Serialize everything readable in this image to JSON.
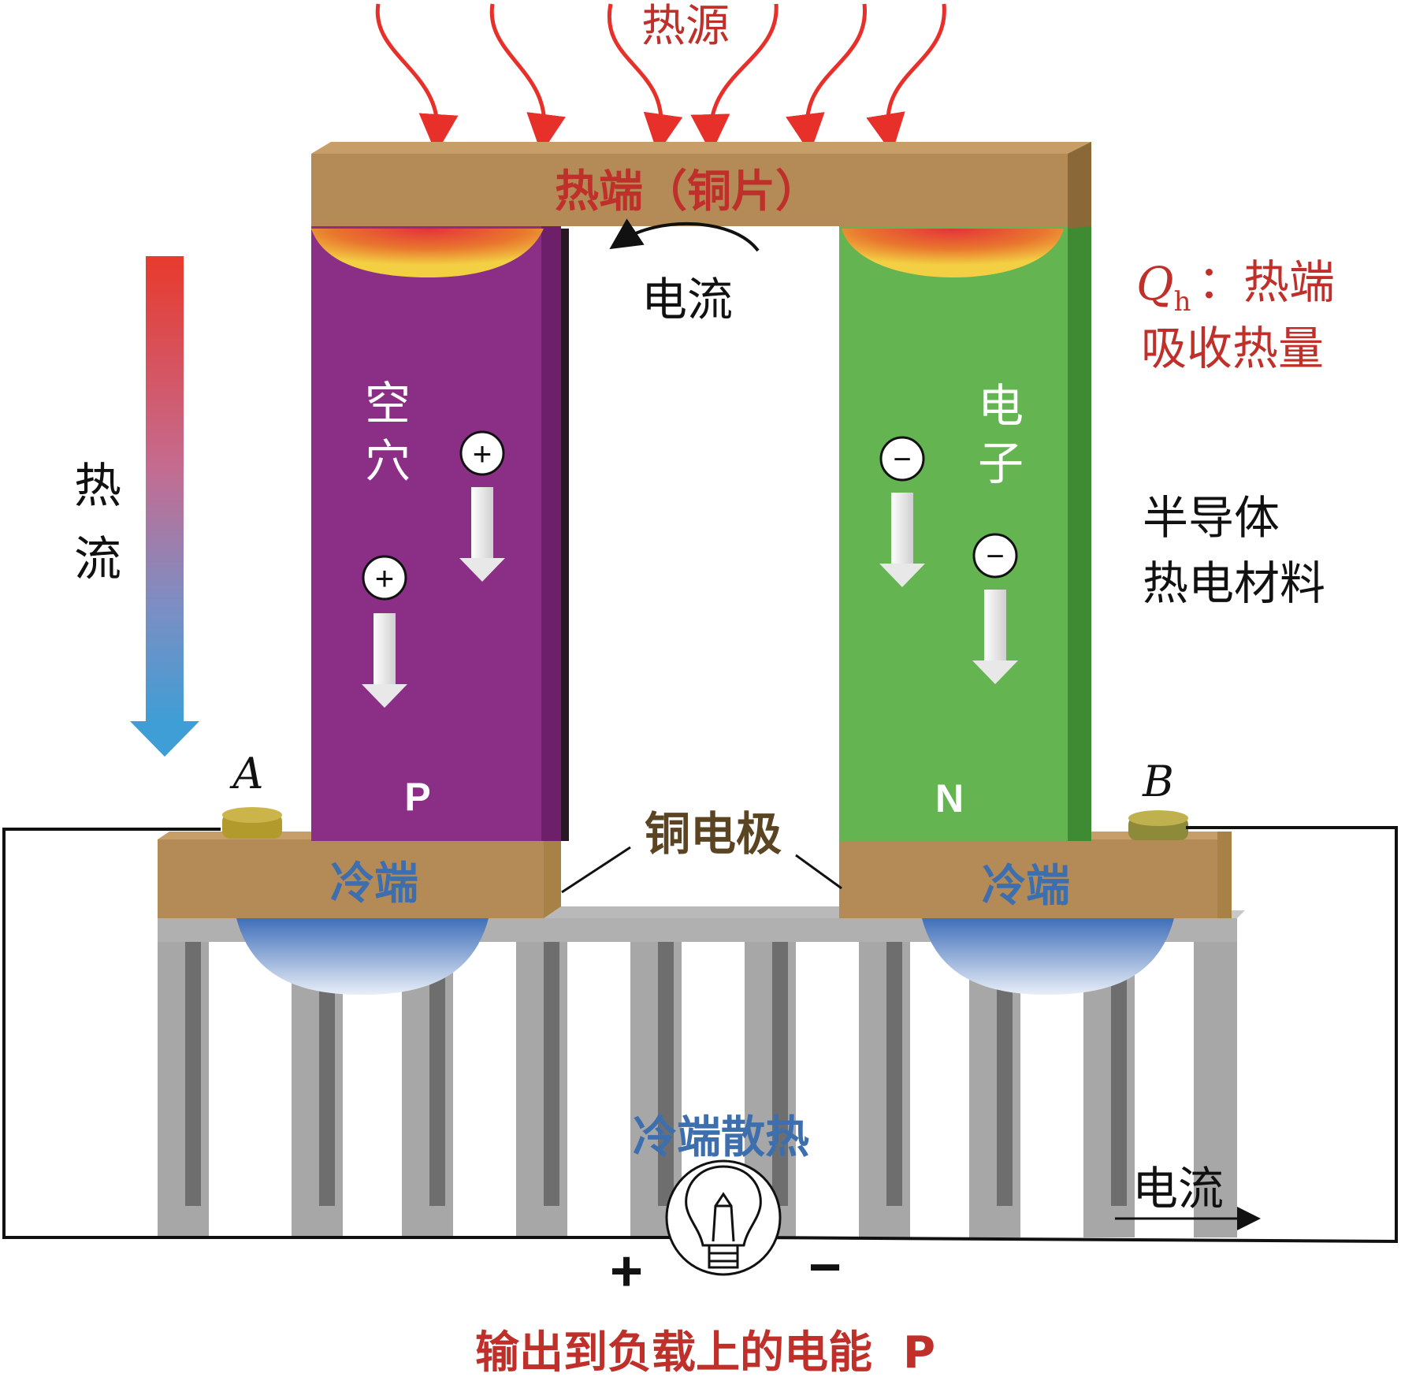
{
  "labels": {
    "heat_source": "热源",
    "hot_end_copper": "热端（铜片）",
    "current_top": "电流",
    "qh_symbol": "Q",
    "qh_subscript": "h",
    "qh_line1_suffix": "：热端",
    "qh_line2": "吸收热量",
    "heat_flow_1": "热",
    "heat_flow_2": "流",
    "holes_1": "空",
    "holes_2": "穴",
    "electrons_1": "电",
    "electrons_2": "子",
    "semiconductor_1": "半导体",
    "semiconductor_2": "热电材料",
    "p_type": "P",
    "n_type": "N",
    "terminal_a": "A",
    "terminal_b": "B",
    "copper_electrode": "铜电极",
    "cold_end_left": "冷端",
    "cold_end_right": "冷端",
    "cold_end_heat_dissipation": "冷端散热",
    "current_bottom": "电流",
    "plus_sign": "+",
    "minus_sign": "−",
    "hole_charge": "+",
    "electron_charge": "−",
    "output_power": "输出到负载上的电能  P"
  },
  "colors": {
    "red_text": "#c0302a",
    "copper": "#b48a56",
    "copper_dark": "#8a6838",
    "p_leg": "#8b2f86",
    "n_leg": "#64b451",
    "blue_text": "#3d6fae",
    "heat_arrow": "#e8302a",
    "heat_sink": "#a8a8a8",
    "wire": "#111111",
    "electrode_label": "#5a4422"
  }
}
